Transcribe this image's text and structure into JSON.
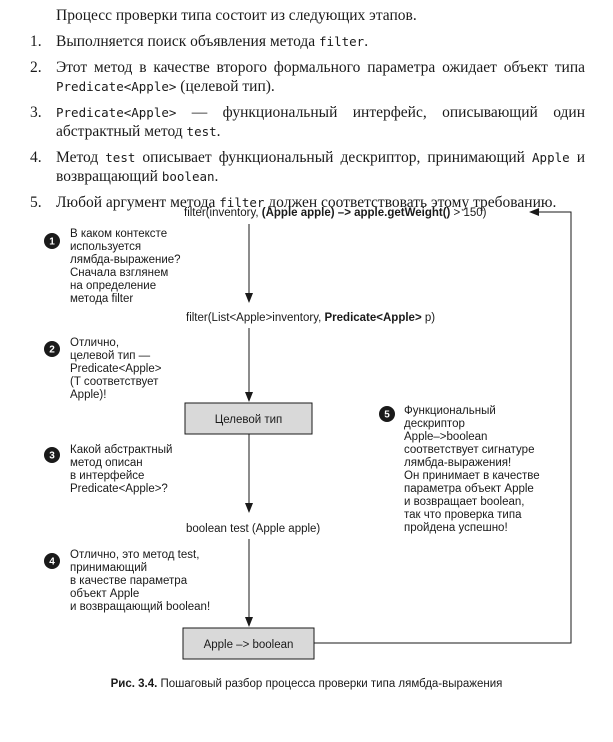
{
  "intro": "Процесс проверки типа состоит из следующих этапов.",
  "steps": [
    {
      "num": "1.",
      "parts": [
        {
          "t": "Выполняется поиск объявления метода "
        },
        {
          "t": "filter",
          "mono": true
        },
        {
          "t": "."
        }
      ]
    },
    {
      "num": "2.",
      "parts": [
        {
          "t": "Этот метод в качестве второго формального параметра ожидает объект типа "
        },
        {
          "t": "Predicate<Apple>",
          "mono": true
        },
        {
          "t": " (целевой тип)."
        }
      ]
    },
    {
      "num": "3.",
      "parts": [
        {
          "t": "Predicate<Apple>",
          "mono": true
        },
        {
          "t": " — функциональный интерфейс, описывающий один абстракт­ный метод "
        },
        {
          "t": "test",
          "mono": true
        },
        {
          "t": "."
        }
      ]
    },
    {
      "num": "4.",
      "parts": [
        {
          "t": "Метод "
        },
        {
          "t": "test",
          "mono": true
        },
        {
          "t": " описывает функциональный дескриптор, принимающий "
        },
        {
          "t": "Apple",
          "mono": true
        },
        {
          "t": " и воз­вращающий "
        },
        {
          "t": "boolean",
          "mono": true
        },
        {
          "t": "."
        }
      ]
    },
    {
      "num": "5.",
      "parts": [
        {
          "t": "Любой аргумент метода "
        },
        {
          "t": "filter",
          "mono": true
        },
        {
          "t": " должен соответствовать этому требованию."
        }
      ]
    }
  ],
  "diagram": {
    "code_top": {
      "pre": "filter(inventory, ",
      "bold": "(Apple apple) –> apple.getWeight()",
      "post": " > 150)"
    },
    "code_mid": {
      "pre": "filter(List<Apple>inventory, ",
      "bold": "Predicate<Apple>",
      "post": " p)"
    },
    "box_target": "Целевой тип",
    "code_test": "boolean test (Apple apple)",
    "box_result": "Apple –> boolean",
    "notes": [
      {
        "n": "1",
        "lines": [
          "В каком контексте",
          "используется",
          "лямбда-выражение?",
          "Сначала взглянем",
          "на определение",
          "метода  filter"
        ]
      },
      {
        "n": "2",
        "lines": [
          "Отлично,",
          "целевой тип —",
          "Predicate<Apple>",
          "(T соответствует",
          "Apple)!"
        ]
      },
      {
        "n": "3",
        "lines": [
          "Какой абстрактный",
          "метод описан",
          "в интерфейсе",
          "Predicate<Apple>?"
        ]
      },
      {
        "n": "4",
        "lines": [
          "Отлично, это метод test,",
          "принимающий",
          "в качестве параметра",
          "объект Apple",
          "и возвращающий boolean!"
        ]
      },
      {
        "n": "5",
        "lines": [
          "Функциональный",
          "дескриптор",
          "Apple–>boolean",
          "соответствует сигнатуре",
          "лямбда-выражения!",
          "Он принимает в качестве",
          "параметра объект Apple",
          "и возвращает boolean,",
          "так что проверка типа",
          "пройдена успешно!"
        ]
      }
    ]
  },
  "caption": {
    "label": "Рис. 3.4.",
    "text": " Пошаговый разбор процесса проверки типа лямбда-выражения"
  },
  "colors": {
    "box_fill": "#d9d9d9",
    "badge": "#1a1a1a",
    "line": "#1a1a1a"
  }
}
